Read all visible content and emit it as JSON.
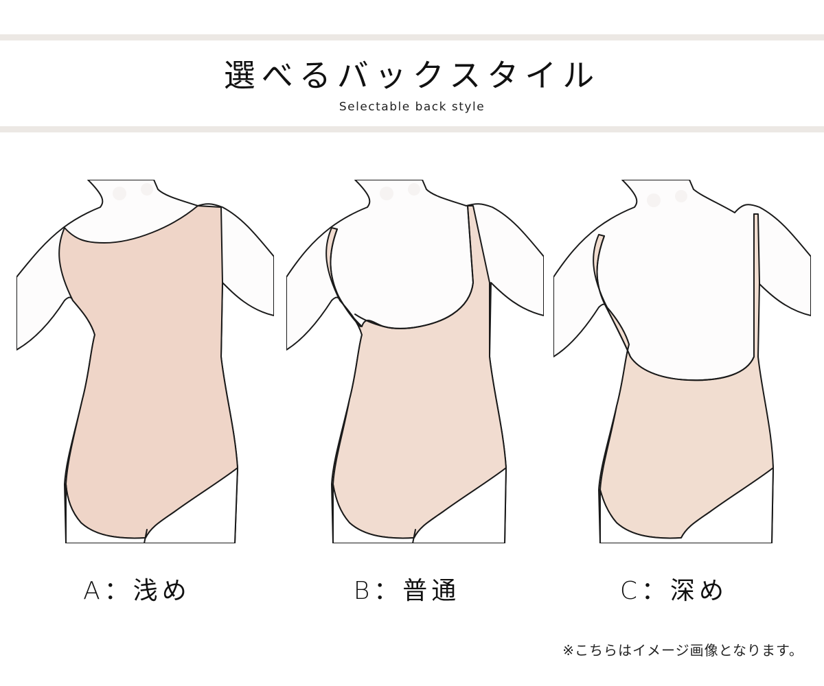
{
  "header": {
    "title": "選べるバックスタイル",
    "subtitle": "Selectable back style"
  },
  "options": [
    {
      "label": "A：浅め",
      "style": "shallow"
    },
    {
      "label": "B：普通",
      "style": "normal"
    },
    {
      "label": "C：深め",
      "style": "deep"
    }
  ],
  "note": "※こちらはイメージ画像となります。",
  "colors": {
    "band": "#ece8e4",
    "fabric_a": "#efd5c8",
    "fabric_b": "#f1dcd0",
    "fabric_c": "#f1ddd0",
    "skin": "#fdfcfc",
    "outline": "#1a1a1a"
  }
}
